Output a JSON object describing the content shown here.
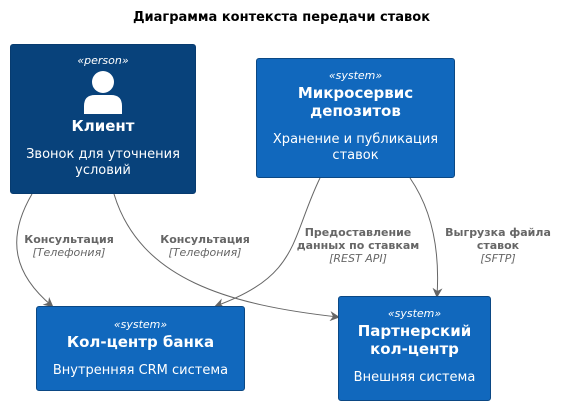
{
  "title": "Диаграмма контекста передачи ставок",
  "colors": {
    "person_fill": "#08427b",
    "system_fill": "#1168bd",
    "edge": "#666666",
    "edge_label": "#666666"
  },
  "nodes": {
    "client": {
      "stereotype": "«person»",
      "icon": "person-icon",
      "name": "Клиент",
      "description_line1": "Звонок для уточнения",
      "description_line2": "условий"
    },
    "deposit_service": {
      "stereotype": "«system»",
      "name_line1": "Микросервис",
      "name_line2": "депозитов",
      "description_line1": "Хранение и публикация",
      "description_line2": "ставок"
    },
    "bank_callcenter": {
      "stereotype": "«system»",
      "name": "Кол-центр банка",
      "description": "Внутренняя CRM система"
    },
    "partner_callcenter": {
      "stereotype": "«system»",
      "name_line1": "Партнерский",
      "name_line2": "кол-центр",
      "description": "Внешняя система"
    }
  },
  "edges": {
    "client_to_bank": {
      "label": "Консультация",
      "tech": "[Телефония]"
    },
    "client_to_partner": {
      "label": "Консультация",
      "tech": "[Телефония]"
    },
    "service_to_bank": {
      "label_line1": "Предоставление",
      "label_line2": "данных по ставкам",
      "tech": "[REST API]"
    },
    "service_to_partner": {
      "label_line1": "Выгрузка файла",
      "label_line2": "ставок",
      "tech": "[SFTP]"
    }
  }
}
